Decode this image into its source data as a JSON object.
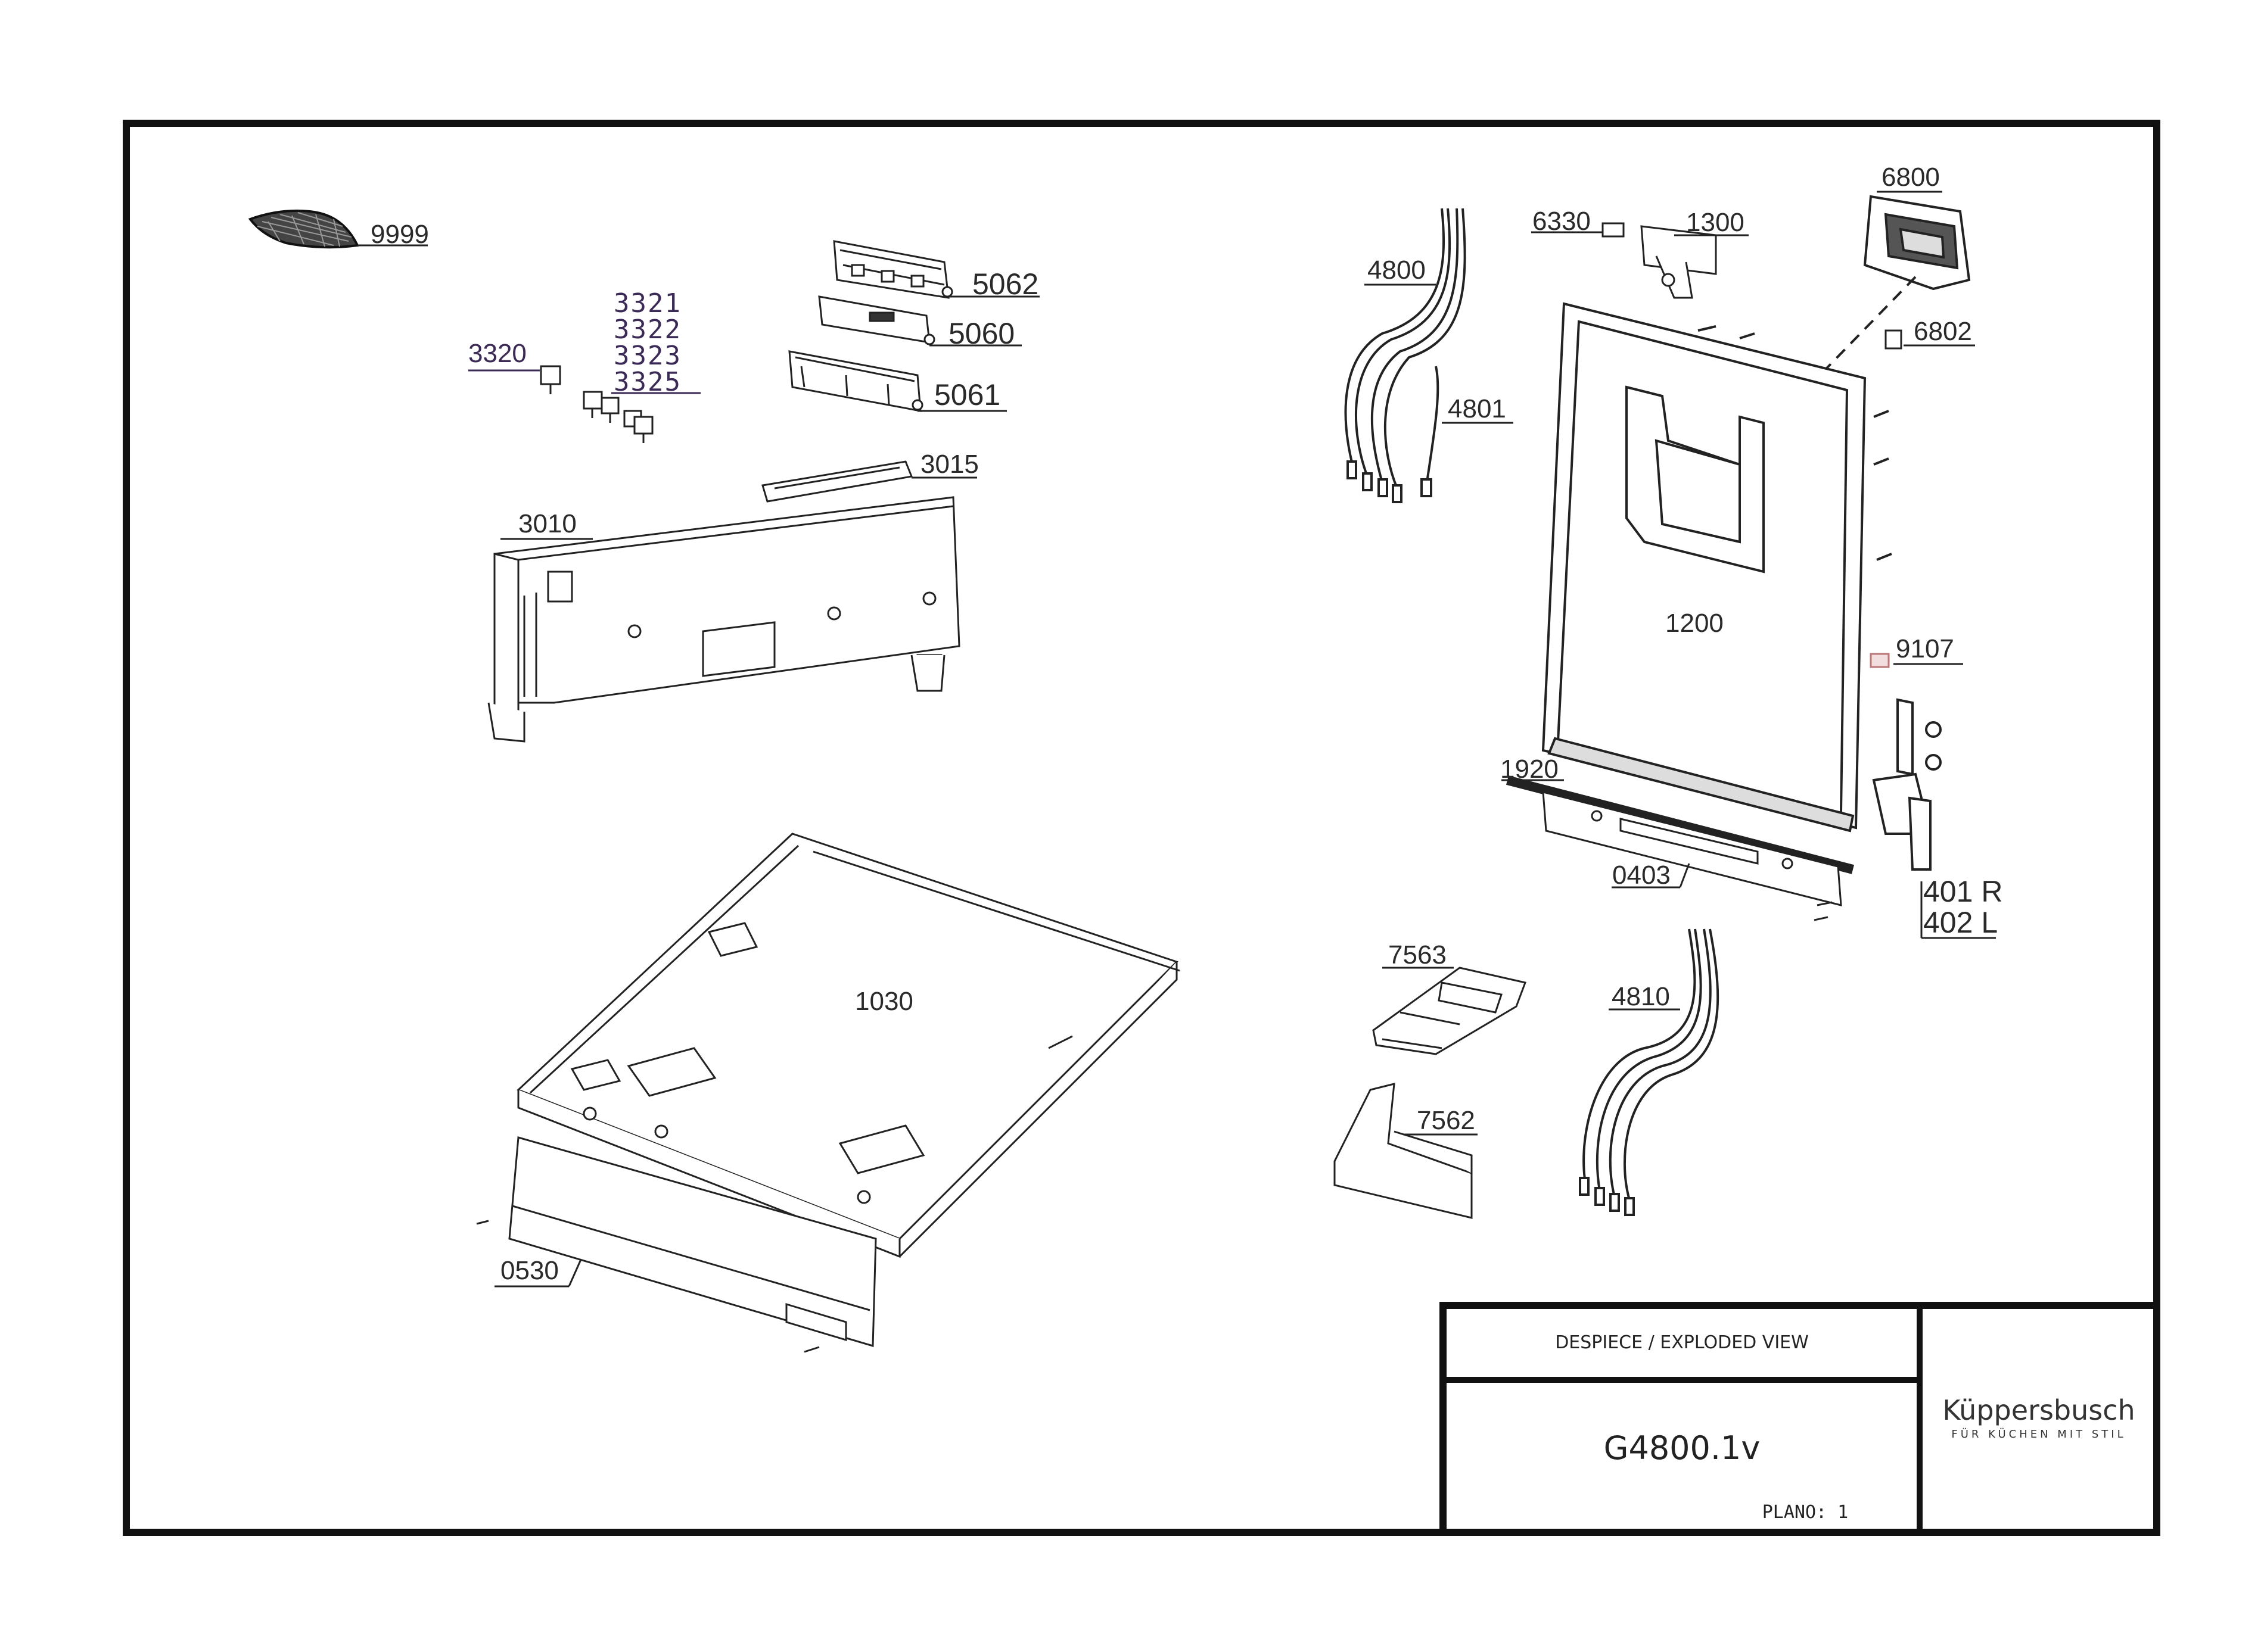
{
  "callouts": {
    "c9999": "9999",
    "c3320": "3320",
    "c3321": "3321",
    "c3322": "3322",
    "c3323": "3323",
    "c3325": "3325",
    "c5062": "5062",
    "c5060": "5060",
    "c5061": "5061",
    "c3015": "3015",
    "c3010": "3010",
    "c1030": "1030",
    "c0530": "0530",
    "c4800": "4800",
    "c4801": "4801",
    "c6330": "6330",
    "c1300": "1300",
    "c6800": "6800",
    "c6802": "6802",
    "c1200": "1200",
    "c9107": "9107",
    "c1920": "1920",
    "c0403": "0403",
    "c401": "401 R",
    "c402": "402 L",
    "c7563": "7563",
    "c4810": "4810",
    "c7562": "7562"
  },
  "title_block": {
    "header": "DESPIECE / EXPLODED VIEW",
    "model": "G4800.1v",
    "plano": "PLANO: 1",
    "brand": "Küppersbusch",
    "slogan": "FÜR KÜCHEN MIT STIL"
  }
}
